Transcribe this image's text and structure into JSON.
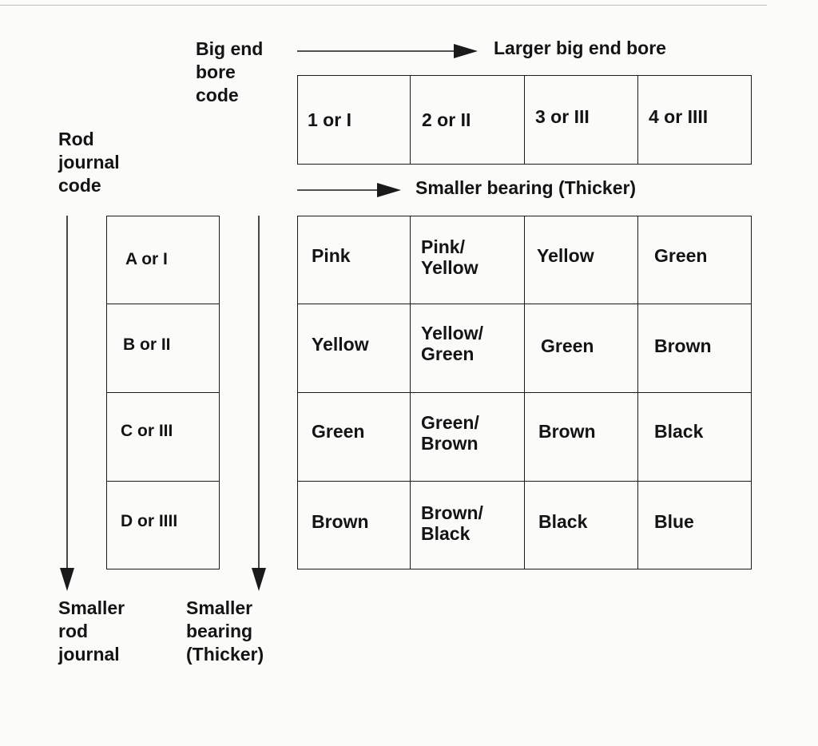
{
  "labels": {
    "big_end_bore_code": "Big end\nbore\ncode",
    "larger_big_end_bore": "Larger big end bore",
    "rod_journal_code": "Rod\njournal\ncode",
    "smaller_bearing_top": "Smaller bearing (Thicker)",
    "smaller_rod_journal": "Smaller\nrod\njournal",
    "smaller_bearing_bottom": "Smaller\nbearing\n(Thicker)"
  },
  "bore_codes": [
    "1 or I",
    "2 or II",
    "3 or III",
    "4 or IIII"
  ],
  "journal_codes": [
    "A or I",
    "B or II",
    "C or III",
    "D or IIII"
  ],
  "bearing_grid": [
    [
      "Pink",
      "Pink/\nYellow",
      "Yellow",
      "Green"
    ],
    [
      "Yellow",
      "Yellow/\nGreen",
      "Green",
      "Brown"
    ],
    [
      "Green",
      "Green/\nBrown",
      "Brown",
      "Black"
    ],
    [
      "Brown",
      "Brown/\nBlack",
      "Black",
      "Blue"
    ]
  ]
}
